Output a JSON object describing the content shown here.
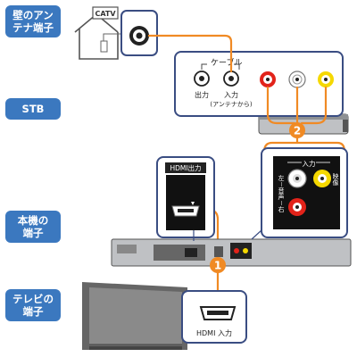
{
  "side_labels": {
    "wall": "壁のアン\nテナ端子",
    "stb": "STB",
    "unit": "本機の\n端子",
    "tv": "テレビの\n端子"
  },
  "catv_label": "CATV",
  "stb_panel": {
    "cable_label": "ケーブル",
    "out_label": "出力",
    "in_label": "入力",
    "in_sub_label": "(アンテナから)"
  },
  "unit_panel": {
    "hdmi_out_label": "HDMI出力",
    "rca_in_label": "入力",
    "rca_left_label": "左－音声－右",
    "rca_video_label": "映像"
  },
  "tv_panel": {
    "hdmi_in_label": "HDMI 入力"
  },
  "callouts": {
    "one": "1",
    "two": "2"
  },
  "colors": {
    "label_blue": "#3b78bf",
    "panel_border": "#3a4d82",
    "cable_orange": "#f08a24",
    "rca_red": "#e2231a",
    "rca_yellow": "#f5d800",
    "device_gray": "#bfc1c4"
  }
}
